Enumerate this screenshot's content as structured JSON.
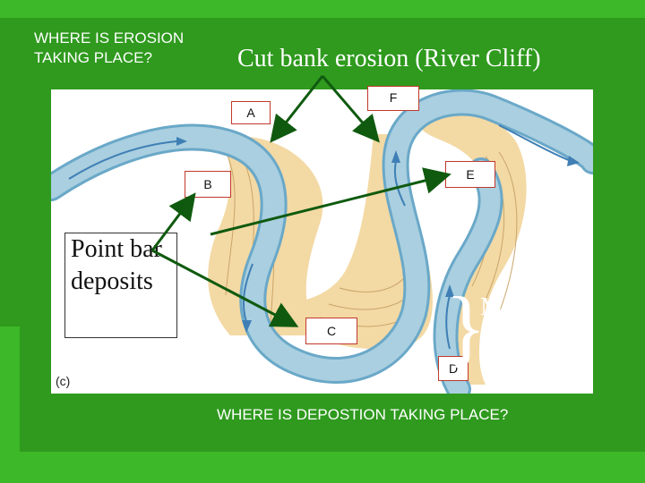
{
  "slide": {
    "question_erosion": "WHERE IS EROSION TAKING PLACE?",
    "title": "Cut bank erosion (River Cliff)",
    "question_deposition": "WHERE IS DEPOSTION TAKING PLACE?",
    "point_bar_label": "Point bar deposits",
    "meander_label": "Meander loop",
    "brace_glyph": "}",
    "figure_caption": "(c)"
  },
  "labels": {
    "A": "A",
    "B": "B",
    "C": "C",
    "D": "D",
    "E": "E",
    "F": "F"
  },
  "colors": {
    "background": "#2f9a1e",
    "river": "#a9cfe0",
    "river_edge": "#6aa8c8",
    "river_flow": "#3f7fb5",
    "deposit": "#f3d9a4",
    "deposit_lines": "#c9a56a",
    "arrow": "#0f5a0f",
    "label_border": "#c0392b"
  }
}
